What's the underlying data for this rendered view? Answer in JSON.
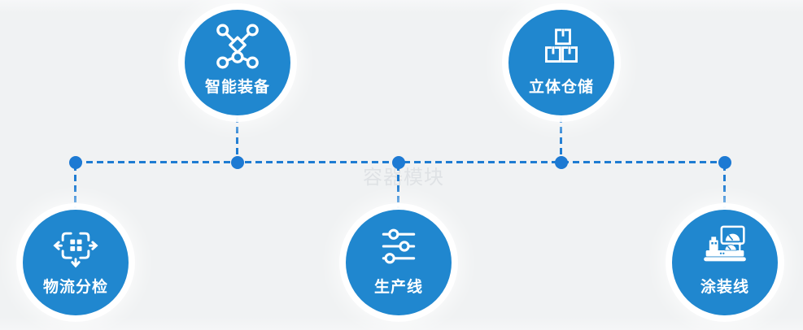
{
  "diagram": {
    "watermark": "容器模块",
    "nodes": [
      {
        "id": "smart-equipment",
        "label": "智能装备",
        "icon": "network-nodes-icon"
      },
      {
        "id": "stereo-warehouse",
        "label": "立体仓储",
        "icon": "stacked-boxes-icon"
      },
      {
        "id": "logistics-sorting",
        "label": "物流分检",
        "icon": "sorting-arrows-icon"
      },
      {
        "id": "production-line",
        "label": "生产线",
        "icon": "sliders-icon"
      },
      {
        "id": "painting-line",
        "label": "涂装线",
        "icon": "control-console-icon"
      }
    ],
    "colors": {
      "node_blue": "#2087cf",
      "connector_blue": "#1e7cd2",
      "junction_blue": "#1d7ad3",
      "background": "#f0f2f3",
      "label_text": "#ffffff",
      "watermark_text": "#dfe2e5"
    }
  }
}
